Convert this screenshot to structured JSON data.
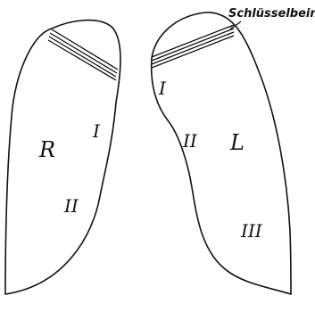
{
  "labels": {
    "clavicle": "Schlüsselbein",
    "right_side": "R",
    "left_side": "L",
    "right_lobe_1": "I",
    "right_lobe_2": "II",
    "left_lobe_1": "I",
    "left_lobe_2": "II",
    "left_lobe_3": "III"
  },
  "colors": {
    "stroke": "#111111",
    "background": "#ffffff"
  }
}
